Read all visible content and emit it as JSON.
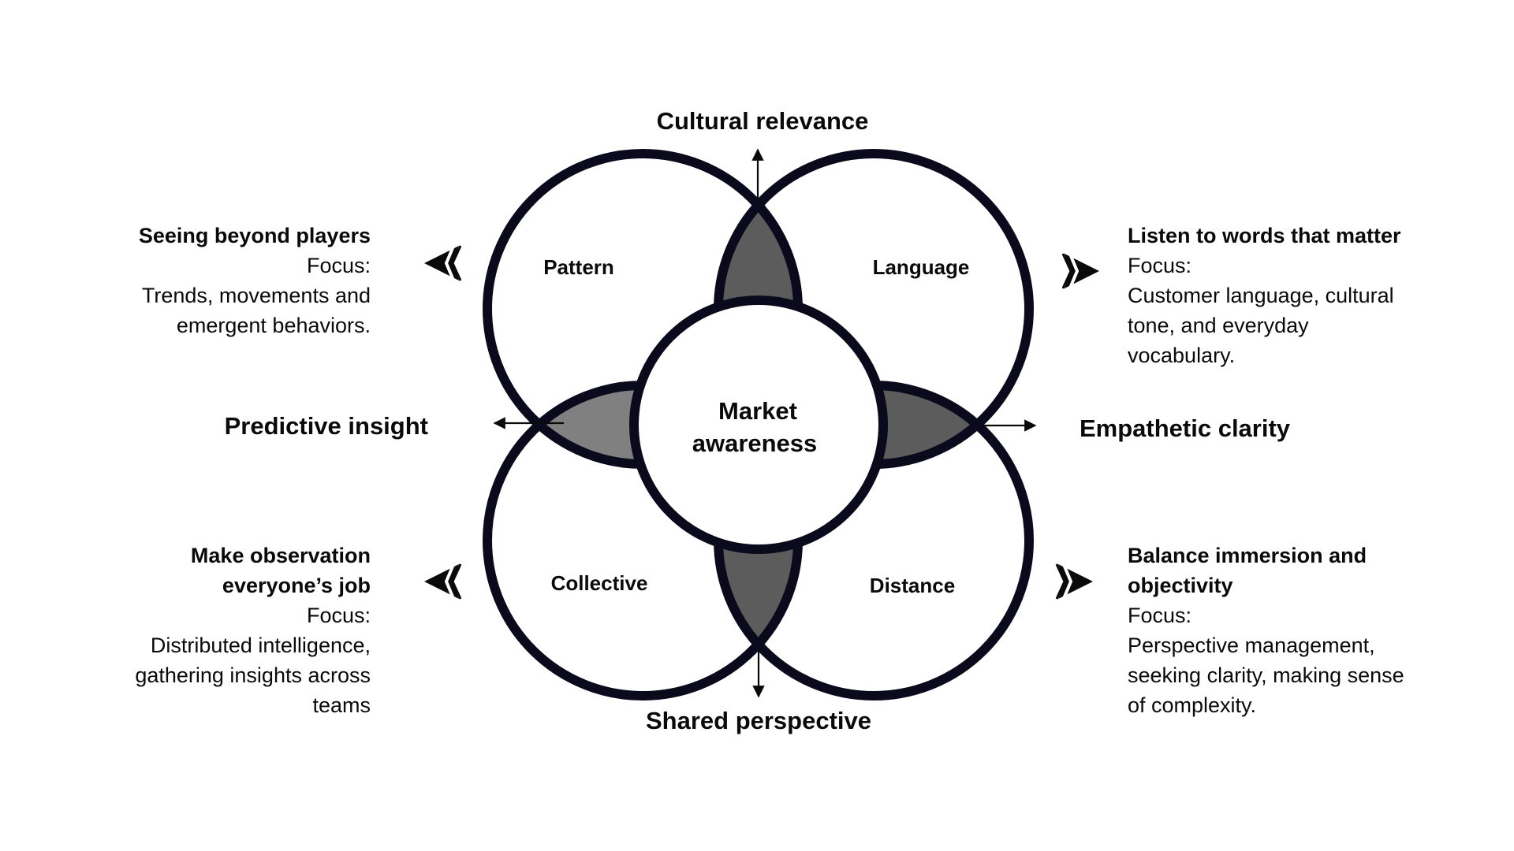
{
  "diagram": {
    "center": {
      "label_line1": "Market",
      "label_line2": "awareness"
    },
    "petals": {
      "top_left": "Pattern",
      "top_right": "Language",
      "bottom_left": "Collective",
      "bottom_right": "Distance"
    },
    "axes": {
      "top": "Cultural relevance",
      "bottom": "Shared perspective",
      "left": "Predictive insight",
      "right": "Empathetic clarity"
    },
    "colors": {
      "stroke": "#0b0a1c",
      "lens_dark": "#5c5c5c",
      "lens_light": "#808080",
      "background": "#ffffff"
    }
  },
  "blocks": {
    "top_left": {
      "title": "Seeing beyond players",
      "focus_label": "Focus:",
      "lines": [
        "Trends, movements and",
        "emergent behaviors."
      ],
      "icon": "double-chevron-left-icon"
    },
    "bottom_left": {
      "title_lines": [
        "Make observation",
        "everyone’s job"
      ],
      "focus_label": "Focus:",
      "lines": [
        "Distributed intelligence,",
        "gathering insights across",
        "teams"
      ],
      "icon": "double-chevron-left-icon"
    },
    "top_right": {
      "title": "Listen to words that matter",
      "focus_label": "Focus:",
      "lines": [
        "Customer language, cultural",
        "tone, and everyday",
        "vocabulary."
      ],
      "icon": "double-chevron-right-icon"
    },
    "bottom_right": {
      "title_lines": [
        "Balance immersion and",
        "objectivity"
      ],
      "focus_label": "Focus:",
      "lines": [
        "Perspective management,",
        "seeking clarity, making sense",
        "of complexity."
      ],
      "icon": "double-chevron-right-icon"
    }
  }
}
